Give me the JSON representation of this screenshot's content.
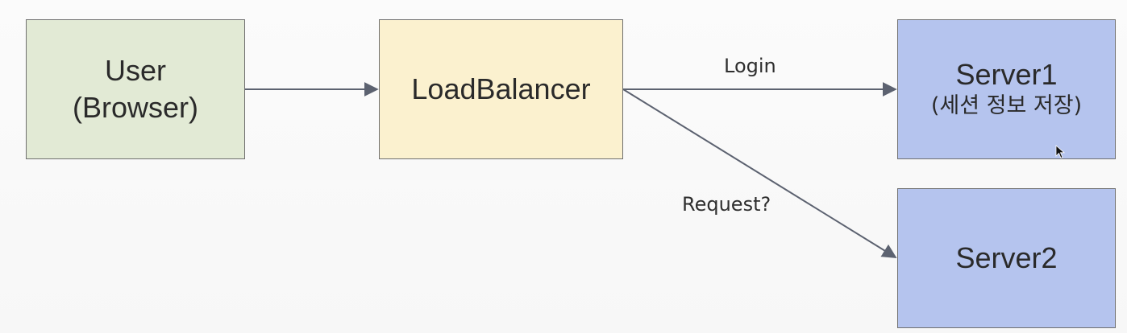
{
  "nodes": {
    "user": {
      "line1": "User",
      "line2": "(Browser)",
      "fill": "#e2ead5"
    },
    "load_balancer": {
      "label": "LoadBalancer",
      "fill": "#fbf1cf"
    },
    "server1": {
      "title": "Server1",
      "subtitle": "(세션 정보 저장)",
      "fill": "#b5c4ee"
    },
    "server2": {
      "title": "Server2",
      "fill": "#b5c4ee"
    }
  },
  "edges": [
    {
      "from": "user",
      "to": "load_balancer",
      "label": ""
    },
    {
      "from": "load_balancer",
      "to": "server1",
      "label": "Login"
    },
    {
      "from": "load_balancer",
      "to": "server2",
      "label": "Request?"
    }
  ],
  "edge_labels": {
    "login": "Login",
    "request": "Request?"
  },
  "colors": {
    "stroke": "#5c6270",
    "border": "#6f6f6f"
  },
  "icons": {
    "cursor": "mouse-pointer-icon"
  }
}
